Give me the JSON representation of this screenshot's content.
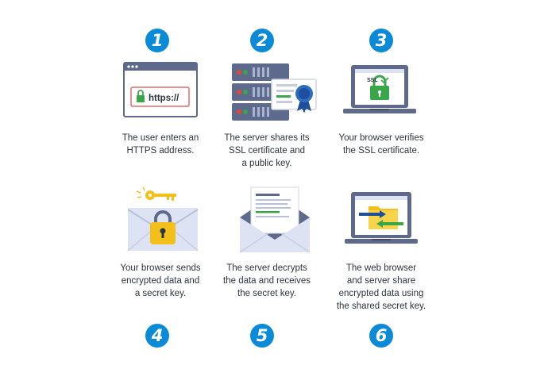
{
  "steps": [
    {
      "number": "1",
      "lines": [
        "The user enters an",
        "HTTPS address."
      ],
      "address_text": "https://"
    },
    {
      "number": "2",
      "lines": [
        "The server shares its",
        "SSL certificate and",
        "a public key."
      ]
    },
    {
      "number": "3",
      "lines": [
        "Your browser verifies",
        "the SSL certificate."
      ],
      "badge_text": "SSL"
    },
    {
      "number": "4",
      "lines": [
        "Your browser sends",
        "encrypted data and",
        "a secret key."
      ]
    },
    {
      "number": "5",
      "lines": [
        "The server decrypts",
        "the data and receives",
        "the secret key."
      ]
    },
    {
      "number": "6",
      "lines": [
        "The web browser",
        "and server share",
        "encrypted data using",
        "the shared secret key."
      ]
    }
  ],
  "icons": {
    "step1": "browser-window-icon",
    "step2": "server-with-certificate-icon",
    "step3": "laptop-ssl-lock-icon",
    "step4": "envelope-with-lock-and-key-icon",
    "step5": "open-envelope-document-icon",
    "step6": "laptop-data-exchange-icon"
  },
  "colors": {
    "badge": "#0b8ad8",
    "lock_green": "#3aa64a",
    "lock_yellow": "#f2c019",
    "frame": "#5e6a8c",
    "light_panel": "#dde3f2"
  }
}
